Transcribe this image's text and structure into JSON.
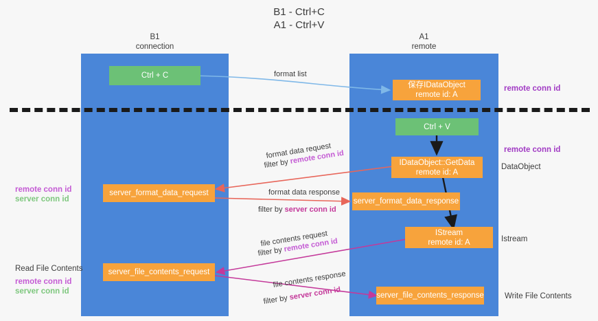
{
  "title": "B1 - Ctrl+C\nA1 - Ctrl+V",
  "lanes": [
    {
      "name": "b1",
      "header": "B1\nconnection"
    },
    {
      "name": "a1",
      "header": "A1\nremote"
    }
  ],
  "nodes": [
    {
      "id": "ctrl-c",
      "label": "Ctrl + C",
      "color": "green"
    },
    {
      "id": "save-idataobject",
      "label": "保存IDataObject\nremote id: A",
      "color": "orange"
    },
    {
      "id": "ctrl-v",
      "label": "Ctrl + V",
      "color": "green"
    },
    {
      "id": "idataobject-getdata",
      "label": "IDataObject::GetData\nremote id: A",
      "color": "orange"
    },
    {
      "id": "server-format-data-request",
      "label": "server_format_data_request",
      "color": "orange"
    },
    {
      "id": "server-format-data-response",
      "label": "server_format_data_response",
      "color": "orange"
    },
    {
      "id": "istream",
      "label": "IStream\nremote id: A",
      "color": "orange"
    },
    {
      "id": "server-file-contents-request",
      "label": "server_file_contents_request",
      "color": "orange"
    },
    {
      "id": "server-file-contents-response",
      "label": "server_file_contents_response",
      "color": "orange"
    }
  ],
  "edge_labels": {
    "format_list": "format list",
    "format_data_request": "format data request",
    "format_data_request_filter_prefix": "filter by ",
    "format_data_request_filter_value": "remote conn id",
    "format_data_response": "format data response",
    "format_data_response_filter_prefix": "filter by ",
    "format_data_response_filter_value": "server conn id",
    "file_contents_request": "file contents request",
    "file_contents_request_filter_prefix": "filter by ",
    "file_contents_request_filter_value": "remote conn id",
    "file_contents_response": "file contents response",
    "file_contents_response_filter_prefix": "filter by ",
    "file_contents_response_filter_value": "server conn id"
  },
  "right_labels": {
    "remote_conn_id_top": "remote conn id",
    "remote_conn_id_mid": "remote conn id",
    "dataobject": "DataObject",
    "istream": "Istream",
    "write_file_contents": "Write File Contents"
  },
  "left_labels": {
    "legend_mid_remote": "remote conn id",
    "legend_mid_server": "server conn id",
    "read_file_contents": "Read File Contents",
    "legend_bottom_remote": "remote conn id",
    "legend_bottom_server": "server conn id"
  },
  "colors": {
    "lane": "#4a86d8",
    "green_node": "#6cc176",
    "orange_node": "#f7a33c",
    "divider": "#1a1a1a",
    "arrow_blue": "#7fb8e8",
    "arrow_red": "#e8665a",
    "arrow_magenta": "#c4399a",
    "arrow_black": "#1a1a1a",
    "remote_conn_id": "#c45bd4",
    "server_conn_id": "#7ec77e",
    "server_conn_id_text": "#c4399a"
  }
}
